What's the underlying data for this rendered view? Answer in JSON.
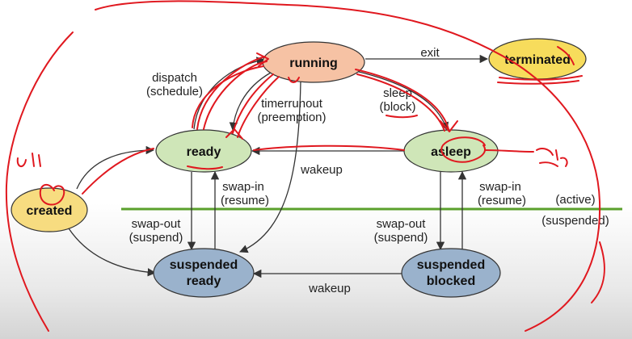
{
  "colors": {
    "created": "#f7dc80",
    "terminated": "#f7dc5c",
    "running": "#f6c2a4",
    "ready": "#cfe6b8",
    "asleep": "#cfe6b8",
    "suspended": "#9ab2cc",
    "divider": "#5aa02c",
    "ink": "#e0181f"
  },
  "states": {
    "created": "created",
    "ready": "ready",
    "running": "running",
    "asleep": "asleep",
    "terminated": "terminated",
    "suspended_ready_1": "suspended",
    "suspended_ready_2": "ready",
    "suspended_blocked_1": "suspended",
    "suspended_blocked_2": "blocked"
  },
  "transitions": {
    "dispatch_1": "dispatch",
    "dispatch_2": "(schedule)",
    "exit": "exit",
    "sleep_1": "sleep",
    "sleep_2": "(block)",
    "timer_1": "timerrunout",
    "timer_2": "(preemption)",
    "wakeup_top": "wakeup",
    "swapin_left_1": "swap-in",
    "swapin_left_2": "(resume)",
    "swapout_left_1": "swap-out",
    "swapout_left_2": "(suspend)",
    "swapout_right_1": "swap-out",
    "swapout_right_2": "(suspend)",
    "swapin_right_1": "swap-in",
    "swapin_right_2": "(resume)",
    "wakeup_bottom": "wakeup"
  },
  "regions": {
    "active": "(active)",
    "suspended": "(suspended)"
  }
}
